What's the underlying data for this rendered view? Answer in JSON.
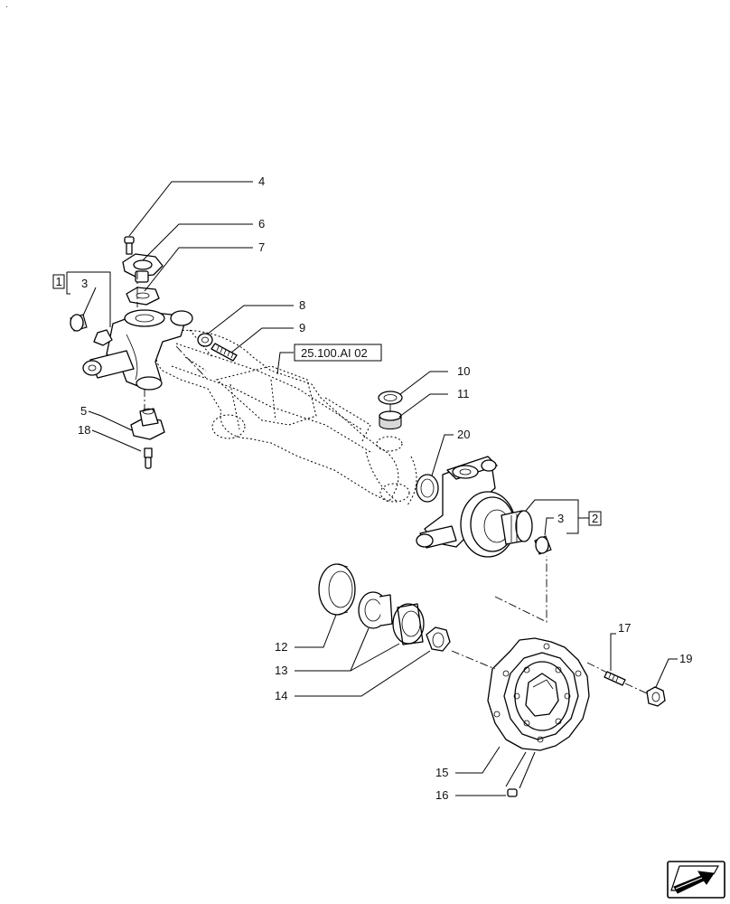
{
  "callouts": {
    "c1": "4",
    "c2": "6",
    "c3": "7",
    "c4": "3",
    "c5": "8",
    "c6": "9",
    "c7": "10",
    "c8": "11",
    "c9": "20",
    "c10": "5",
    "c11": "18",
    "c12": "3",
    "c13": "12",
    "c14": "13",
    "c15": "14",
    "c16": "17",
    "c17": "19",
    "c18": "15",
    "c19": "16"
  },
  "kit_boxes": {
    "kit1": "1",
    "kit2": "2"
  },
  "reference": "25.100.AI 02",
  "corner_mark": "·",
  "nav_icon": "arrow-next-page-icon"
}
